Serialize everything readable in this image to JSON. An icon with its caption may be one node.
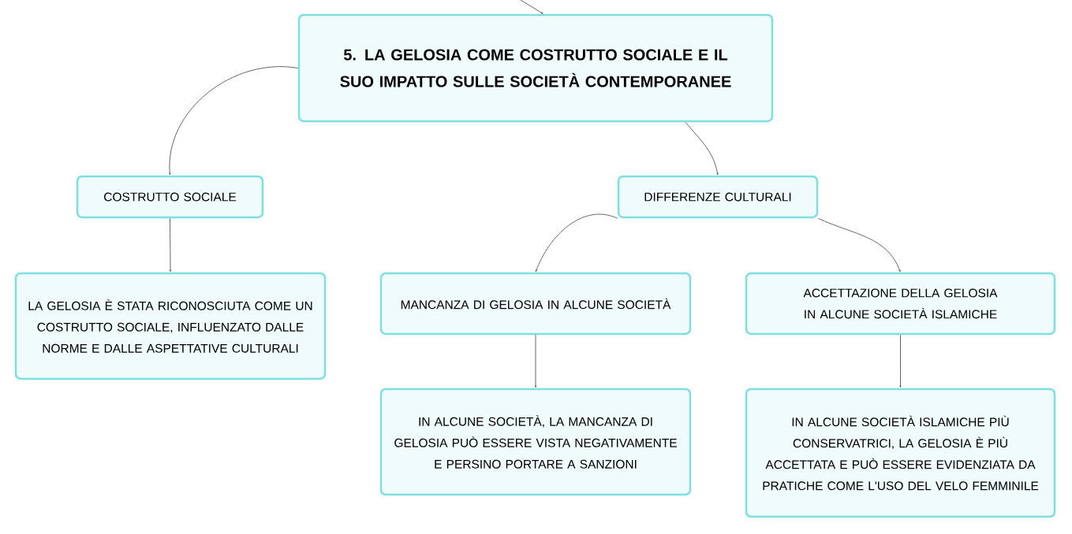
{
  "diagram": {
    "nodes": [
      {
        "text": [
          "5. LA GELOSIA COME COSTRUTTO SOCIALE E IL SUO IMPATTO SULLE SOCIETÀ CONTEMPORANEE"
        ]
      },
      {
        "text": [
          "COSTRUTTO SOCIALE"
        ]
      },
      {
        "text": [
          "LA GELOSIA È STATA RICONOSCIUTA COME UN COSTRUTTO SOCIALE, INFLUENZATO DALLE NORME E DALLE ASPETTATIVE CULTURALI"
        ]
      },
      {
        "text": [
          "DIFFERENZE CULTURALI"
        ]
      },
      {
        "text": [
          "MANCANZA DI GELOSIA IN ALCUNE SOCIETÀ"
        ]
      },
      {
        "text": [
          "ACCETTAZIONE DELLA GELOSIA IN ALCUNE SOCIETÀ ISLAMICHE"
        ]
      },
      {
        "text": [
          "IN ALCUNE SOCIETÀ, LA MANCANZA DI GELOSIA PUÒ ESSERE VISTA NEGATIVAMENTE E PERSINO PORTARE A SANZIONI"
        ]
      },
      {
        "text": [
          "IN ALCUNE SOCIETÀ ISLAMICHE PIÙ CONSERVATRICI, LA GELOSIA È PIÙ ACCETTATA E PUÒ ESSERE EVIDENZIATA DA PRATICHE COME L'USO DEL VELO FEMMINILE"
        ]
      }
    ],
    "edges": [
      {
        "from": null,
        "to": 0,
        "arrow": "to"
      },
      {
        "from": 0,
        "to": 1,
        "arrow": "to"
      },
      {
        "from": 0,
        "to": 3,
        "arrow": "to"
      },
      {
        "from": 1,
        "to": 2,
        "arrow": "to"
      },
      {
        "from": 3,
        "to": 4,
        "arrow": "to"
      },
      {
        "from": 3,
        "to": 5,
        "arrow": "to"
      },
      {
        "from": 4,
        "to": 6,
        "arrow": "to"
      },
      {
        "from": 5,
        "to": 7,
        "arrow": "to"
      }
    ]
  }
}
